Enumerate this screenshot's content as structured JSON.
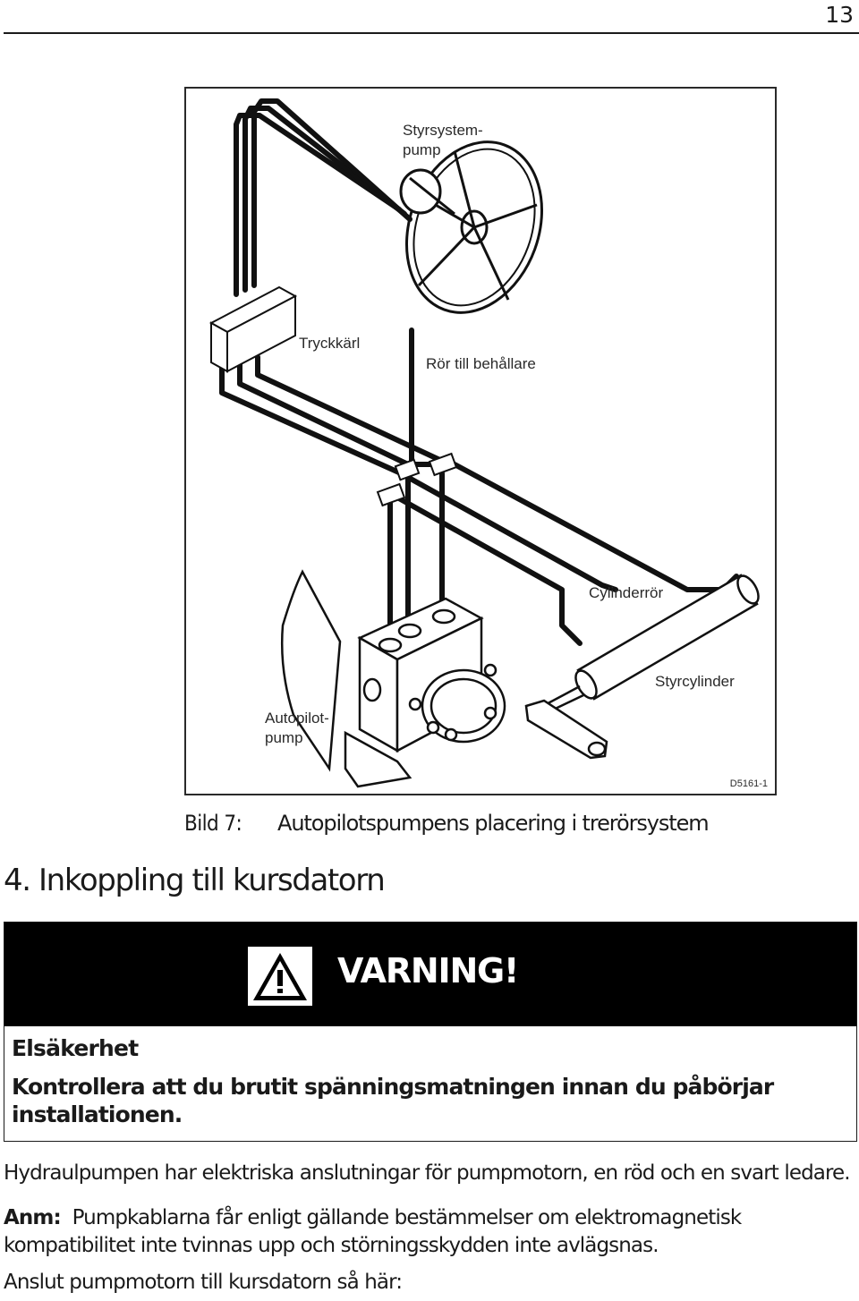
{
  "page": {
    "number": "13"
  },
  "figure": {
    "labels": {
      "steering_pump": "Styrsystem-\npump",
      "pressure_vessel": "Tryckkärl",
      "pipe_to_reservoir": "Rör till behållare",
      "cylinder_pipe": "Cylinderrör",
      "steering_cylinder": "Styrcylinder",
      "autopilot_pump": "Autopilot-\npump"
    },
    "figure_id": "D5161-1",
    "caption_number": "Bild 7:",
    "caption_text": "Autopilotspumpens placering i trerörsystem"
  },
  "section": {
    "heading": "4. Inkoppling till kursdatorn"
  },
  "warning": {
    "title": "VARNING!",
    "subtitle": "Elsäkerhet",
    "body": "Kontrollera att du brutit spänningsmatningen innan du påbörjar installationen."
  },
  "paragraphs": {
    "p1": "Hydraulpumpen har elektriska anslutningar för pumpmotorn, en röd och en svart ledare.",
    "note_label": "Anm:",
    "note_text": "Pumpkablarna får enligt gällande bestämmelser om elektromagnetisk kompatibilitet inte tvinnas upp och störningsskydden inte avlägsnas.",
    "p3": "Anslut pumpmotorn till kursdatorn så här:"
  }
}
